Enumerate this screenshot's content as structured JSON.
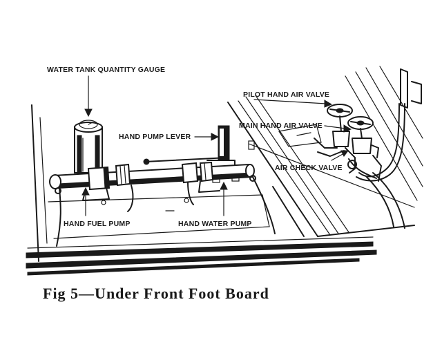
{
  "labels": {
    "water_tank_gauge": "WATER TANK QUANTITY GAUGE",
    "hand_pump_lever": "HAND PUMP LEVER",
    "hand_fuel_pump": "HAND FUEL PUMP",
    "hand_water_pump": "HAND WATER PUMP",
    "pilot_hand_air_valve": "PILOT HAND AIR VALVE",
    "main_hand_air_valve": "MAIN HAND AIR VALVE",
    "air_check_valve": "AIR CHECK VALVE"
  },
  "caption": "Fig 5—Under Front Foot Board"
}
